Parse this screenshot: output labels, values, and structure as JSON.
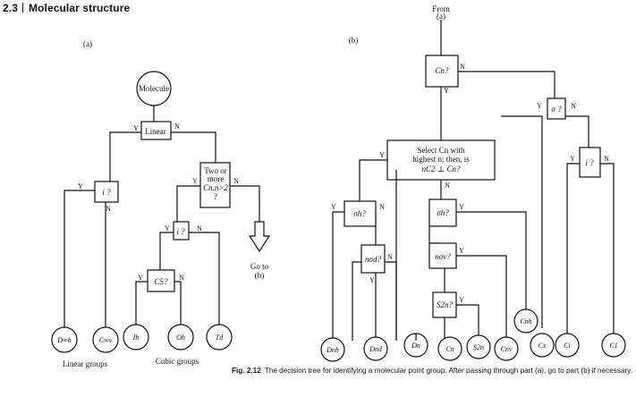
{
  "header": {
    "section_number": "2.3",
    "section_title": "Molecular structure"
  },
  "part_labels": {
    "a": "(a)",
    "b": "(b)"
  },
  "from_label": [
    "From",
    "(a)"
  ],
  "goto_label": [
    "Go to",
    "(b)"
  ],
  "branch_labels": {
    "yes": "Y",
    "no": "N"
  },
  "part_a": {
    "nodes": {
      "molecule": "Molecule",
      "linear": "Linear",
      "inversion": "i ?",
      "two_or_more": [
        "Two or",
        "more",
        "Cn,n>2",
        "?"
      ],
      "inversion_cubic": "i ?",
      "c5": "C5?"
    },
    "leaves": [
      "D∞h",
      "C∞v",
      "Ih",
      "Oh",
      "Td"
    ],
    "group_labels": {
      "linear": "Linear groups",
      "cubic": "Cubic groups"
    }
  },
  "part_b": {
    "nodes": {
      "cn": "Cn?",
      "select": [
        "Select Cn with",
        "highest n; then, is",
        "nC2 ⊥ Cn?"
      ],
      "sigma": "σ ?",
      "inversion": "i ?",
      "sigma_h_left": "σh?",
      "n_sigma_d": "nσd?",
      "sigma_h_mid": "σh?",
      "n_sigma_v": "nσv?",
      "s2n": "S2n?"
    },
    "leaves": [
      "Dnh",
      "Dnd",
      "Dn",
      "Cn",
      "S2n",
      "Cnv",
      "Cnh",
      "Cs",
      "Ci",
      "C1"
    ]
  },
  "caption": {
    "label": "Fig. 2.12",
    "text": "The decision tree for identifying a molecular point group. After passing through part (a), go to part (b) if necessary."
  }
}
